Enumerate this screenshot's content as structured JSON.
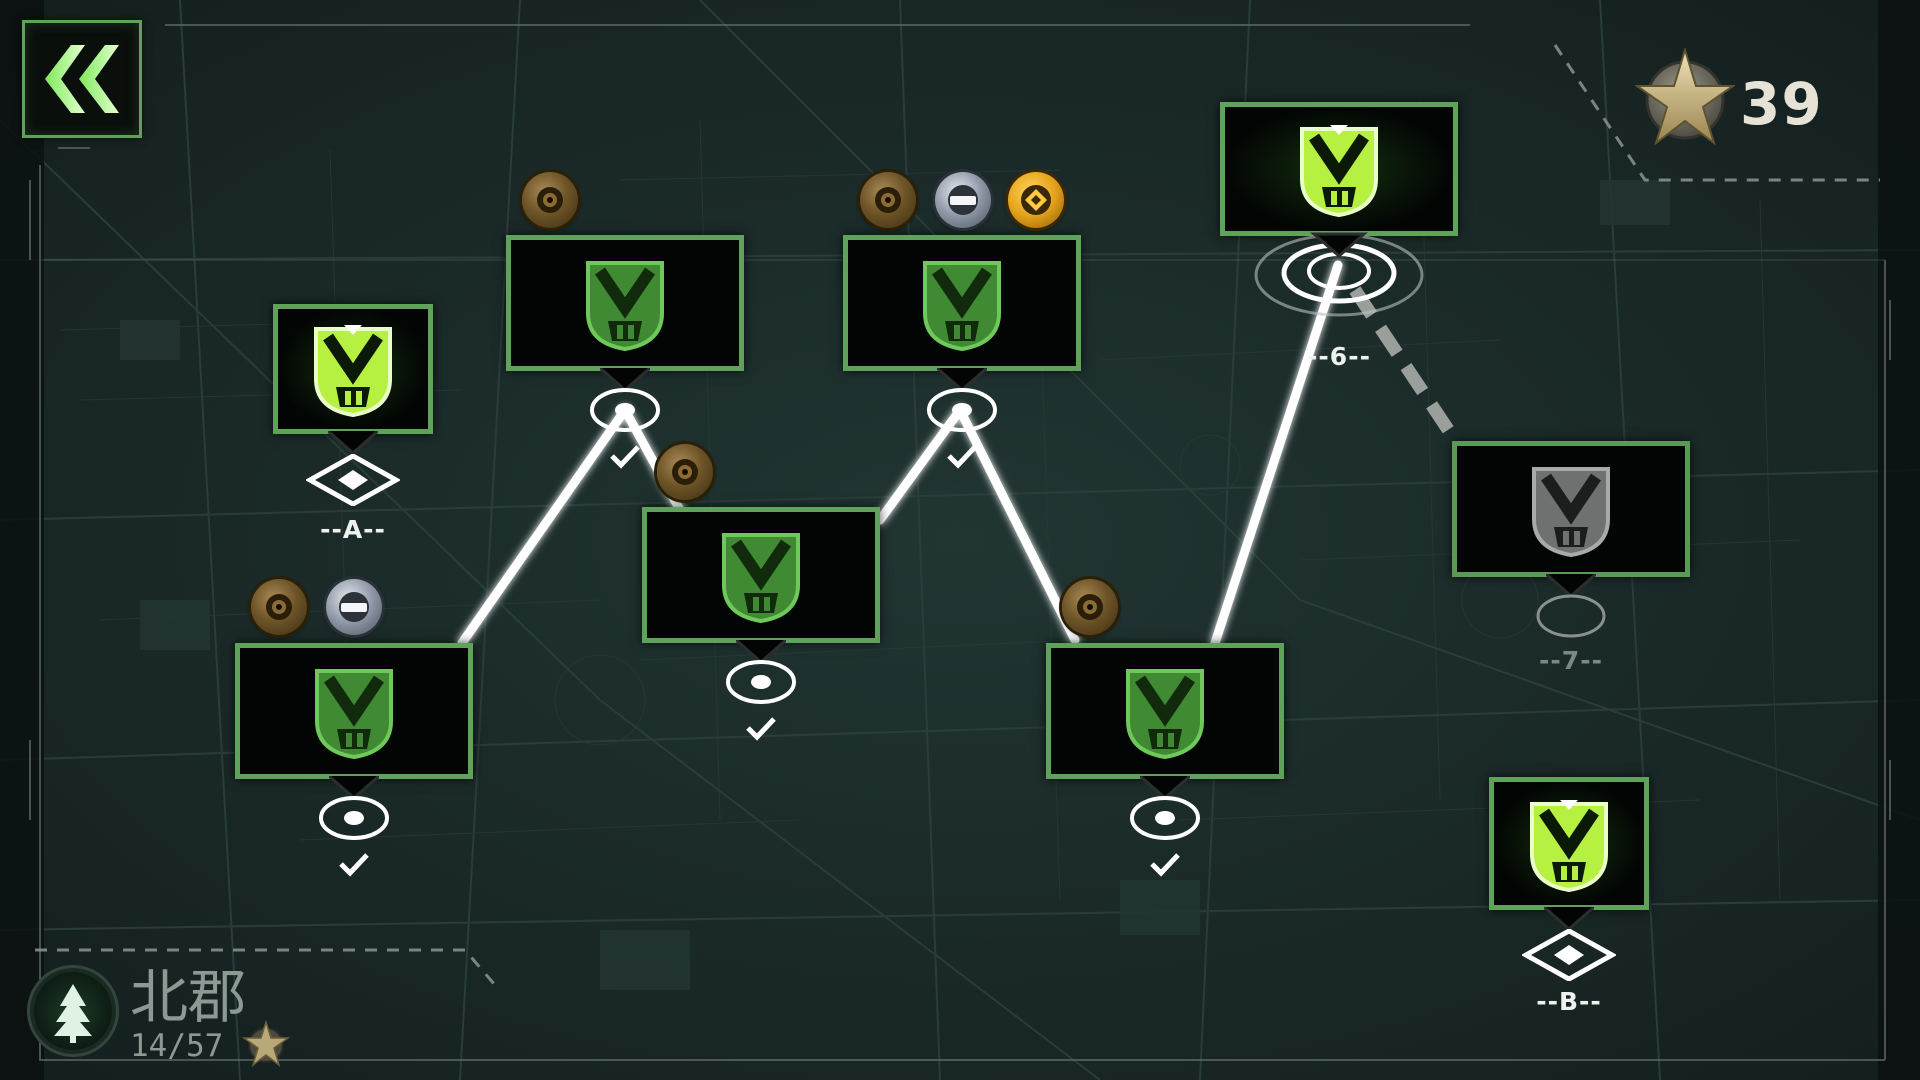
{
  "hud": {
    "back_icon": "double-chevron-left-icon",
    "star_icon": "star-icon",
    "star_total": "39"
  },
  "region": {
    "name": "北郡",
    "progress": "14/57",
    "emblem_icon": "pine-tree-icon",
    "progress_icon": "star-icon"
  },
  "colors": {
    "frame_green": "#5fa35a",
    "emblem_bright": "#b4f53c",
    "emblem_dim": "#3e8b32",
    "locked_gray": "#8a8f8c",
    "path_white": "#ffffff",
    "background": "#1b2a28"
  },
  "mission_nodes": [
    {
      "id": "A",
      "label": "--A--",
      "state": "available",
      "marker": "diamond",
      "medals": []
    },
    {
      "id": "1",
      "label": "",
      "state": "completed",
      "marker": "ring",
      "medals": [
        "bronze",
        "silver"
      ]
    },
    {
      "id": "2",
      "label": "",
      "state": "completed",
      "marker": "ring",
      "medals": [
        "bronze"
      ]
    },
    {
      "id": "3",
      "label": "",
      "state": "completed",
      "marker": "ring",
      "medals": [
        "bronze"
      ]
    },
    {
      "id": "4",
      "label": "",
      "state": "completed",
      "marker": "ring",
      "medals": [
        "bronze",
        "silver",
        "gold"
      ]
    },
    {
      "id": "5",
      "label": "",
      "state": "completed",
      "marker": "ring",
      "medals": [
        "bronze"
      ]
    },
    {
      "id": "6",
      "label": "--6--",
      "state": "current",
      "marker": "target",
      "medals": []
    },
    {
      "id": "7",
      "label": "--7--",
      "state": "locked",
      "marker": "ring",
      "medals": []
    },
    {
      "id": "B",
      "label": "--B--",
      "state": "available",
      "marker": "diamond",
      "medals": []
    }
  ]
}
